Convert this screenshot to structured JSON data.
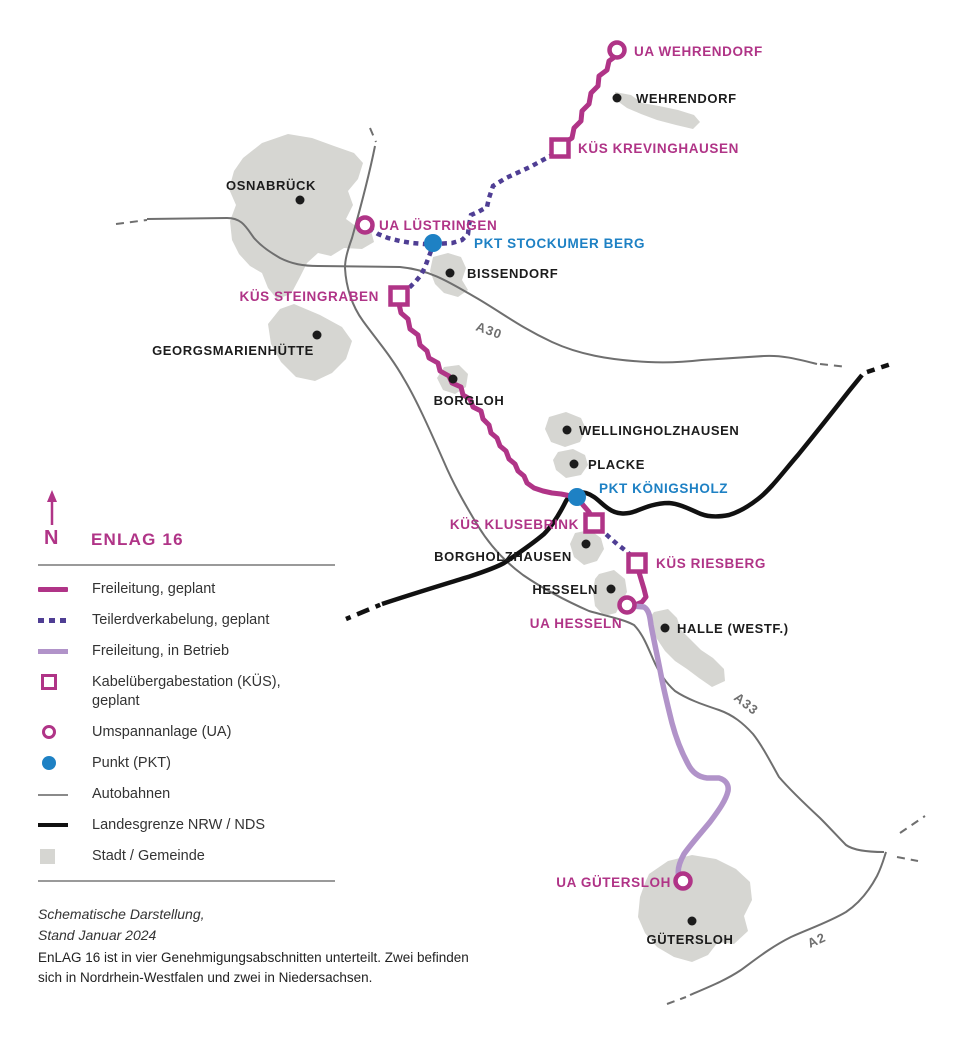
{
  "map": {
    "stations": [
      {
        "id": "ua-wehrendorf",
        "type": "UA",
        "label": "UA WEHRENDORF"
      },
      {
        "id": "kues-krevinghausen",
        "type": "KÜS",
        "label": "KÜS KREVINGHAUSEN"
      },
      {
        "id": "ua-luestringen",
        "type": "UA",
        "label": "UA LÜSTRINGEN"
      },
      {
        "id": "pkt-stockumer-berg",
        "type": "PKT",
        "label": "PKT STOCKUMER BERG"
      },
      {
        "id": "kues-steingraben",
        "type": "KÜS",
        "label": "KÜS STEINGRABEN"
      },
      {
        "id": "pkt-koenigsholz",
        "type": "PKT",
        "label": "PKT KÖNIGSHOLZ"
      },
      {
        "id": "kues-klusebrink",
        "type": "KÜS",
        "label": "KÜS KLUSEBRINK"
      },
      {
        "id": "kues-riesberg",
        "type": "KÜS",
        "label": "KÜS RIESBERG"
      },
      {
        "id": "ua-hesseln",
        "type": "UA",
        "label": "UA HESSELN"
      },
      {
        "id": "ua-guetersloh",
        "type": "UA",
        "label": "UA GÜTERSLOH"
      }
    ],
    "cities": [
      {
        "name": "WEHRENDORF"
      },
      {
        "name": "OSNABRÜCK"
      },
      {
        "name": "BISSENDORF"
      },
      {
        "name": "GEORGSMARIENHÜTTE"
      },
      {
        "name": "BORGLOH"
      },
      {
        "name": "WELLINGHOLZHAUSEN"
      },
      {
        "name": "PLACKE"
      },
      {
        "name": "BORGHOLZHAUSEN"
      },
      {
        "name": "HESSELN"
      },
      {
        "name": "HALLE (WESTF.)"
      },
      {
        "name": "GÜTERSLOH"
      }
    ],
    "highways": [
      {
        "label": "A30"
      },
      {
        "label": "A33"
      },
      {
        "label": "A2"
      }
    ]
  },
  "legend": {
    "north_label": "N",
    "title": "ENLAG 16",
    "items": [
      {
        "key": "freileitung-geplant",
        "label": "Freileitung, geplant"
      },
      {
        "key": "teilerdverkabelung-geplant",
        "label": "Teilerdverkabelung, geplant"
      },
      {
        "key": "freileitung-in-betrieb",
        "label": "Freileitung, in Betrieb"
      },
      {
        "key": "kabeluebergabestation",
        "label": "Kabelübergabestation (KÜS), geplant"
      },
      {
        "key": "umspannanlage",
        "label": "Umspannanlage (UA)"
      },
      {
        "key": "punkt",
        "label": "Punkt (PKT)"
      },
      {
        "key": "autobahnen",
        "label": "Autobahnen"
      },
      {
        "key": "landesgrenze",
        "label": "Landesgrenze NRW / NDS"
      },
      {
        "key": "stadt-gemeinde",
        "label": "Stadt / Gemeinde"
      }
    ],
    "note_line1": "Schematische Darstellung,",
    "note_line2": "Stand Januar 2024"
  },
  "footer": {
    "text": "EnLAG 16 ist in vier Genehmigungsabschnitten unterteilt. Zwei befinden sich in Nordrhein-Westfalen und zwei in Niedersachsen."
  },
  "colors": {
    "freileitung_geplant": "#b03487",
    "teilerdverkabelung": "#4f3e94",
    "freileitung_in_betrieb": "#b193c9",
    "punkt_blue": "#1e81c4",
    "city_fill": "#d6d6d2",
    "autobahn_gray": "#6f6f6f",
    "landesgrenze_black": "#111111"
  }
}
